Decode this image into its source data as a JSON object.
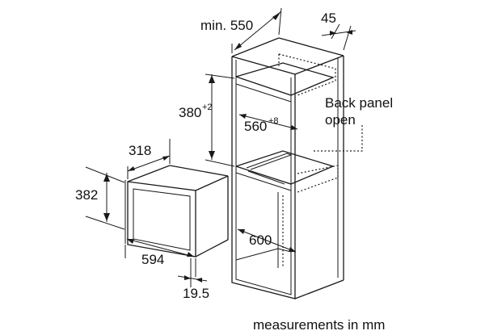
{
  "labels": {
    "min_depth": "min. 550",
    "gap_45": "45",
    "height_380": "380",
    "height_380_tol": "+2",
    "width_560": "560",
    "width_560_tol": "+8",
    "back_panel_line1": "Back panel",
    "back_panel_line2": "open",
    "dim_318": "318",
    "dim_382": "382",
    "dim_594": "594",
    "dim_600": "600",
    "dim_19_5": "19.5",
    "footer": "measurements in mm"
  }
}
